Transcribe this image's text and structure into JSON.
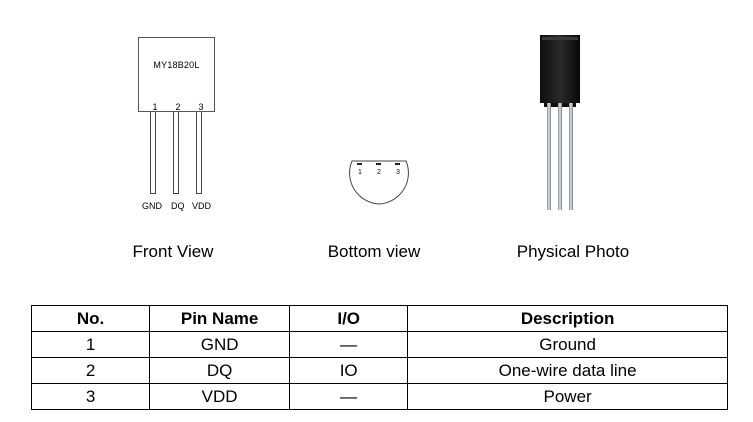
{
  "diagram": {
    "front_view": {
      "chip_label": "MY18B20L",
      "pin_numbers": [
        "1",
        "2",
        "3"
      ],
      "lead_labels": [
        "GND",
        "DQ",
        "VDD"
      ],
      "caption": "Front View"
    },
    "bottom_view": {
      "pin_numbers": [
        "1",
        "2",
        "3"
      ],
      "caption": "Bottom view"
    },
    "photo": {
      "caption": "Physical Photo"
    }
  },
  "table": {
    "headers": [
      "No.",
      "Pin Name",
      "I/O",
      "Description"
    ],
    "rows": [
      [
        "1",
        "GND",
        "—",
        "Ground"
      ],
      [
        "2",
        "DQ",
        "IO",
        "One-wire data line"
      ],
      [
        "3",
        "VDD",
        "—",
        "Power"
      ]
    ]
  }
}
